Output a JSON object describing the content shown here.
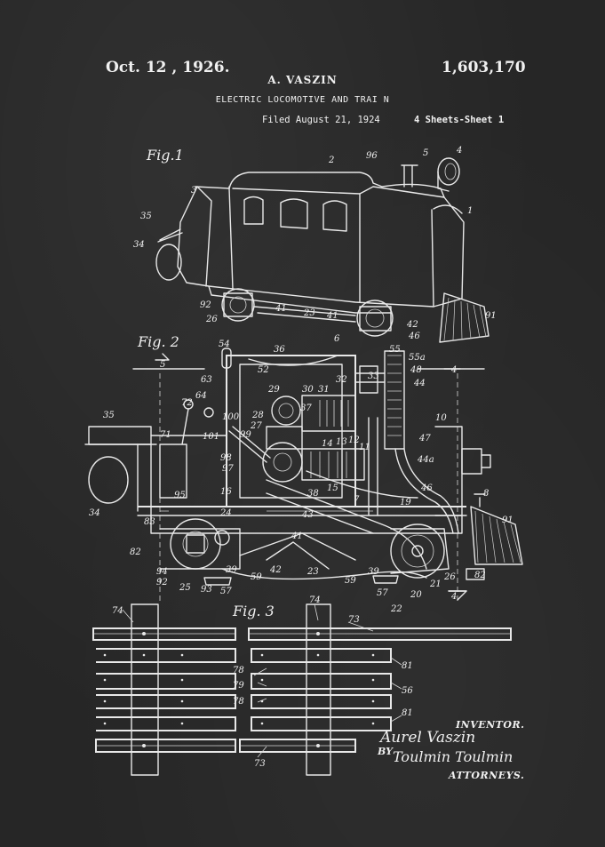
{
  "header": {
    "date": "Oct. 12 , 1926.",
    "patent_number": "1,603,170",
    "inventor": "A. VASZIN",
    "title": "ELECTRIC LOCOMOTIVE AND TRAI N",
    "filed": "Filed August 21, 1924",
    "sheets": "4 Sheets-Sheet 1"
  },
  "figures": {
    "fig1": "Fig.1",
    "fig2": "Fig. 2",
    "fig3": "Fig. 3"
  },
  "signature": {
    "inventor_label": "INVENTOR.",
    "inventor_name": "Aurel Vaszin",
    "by": "BY",
    "attorney_name": "Toulmin Toulmin",
    "attorneys_label": "ATTORNEYS."
  },
  "reference_numerals": {
    "fig1": [
      "2",
      "96",
      "5",
      "4",
      "3",
      "35",
      "34",
      "1",
      "92",
      "26",
      "41",
      "23",
      "41",
      "42",
      "46",
      "91"
    ],
    "fig2": [
      "54",
      "36",
      "6",
      "55",
      "55a",
      "63",
      "52",
      "32",
      "33",
      "48",
      "44",
      "4",
      "5",
      "64",
      "72",
      "29",
      "30",
      "31",
      "28",
      "27",
      "100",
      "37",
      "35",
      "99",
      "101",
      "71",
      "98",
      "97",
      "16",
      "14",
      "13",
      "12",
      "11",
      "47",
      "44a",
      "46",
      "10",
      "8",
      "38",
      "15",
      "7",
      "95",
      "24",
      "34",
      "43",
      "19",
      "83",
      "82",
      "94",
      "92",
      "25",
      "93",
      "39",
      "57",
      "59",
      "41",
      "42",
      "23",
      "39",
      "57",
      "59",
      "26",
      "21",
      "20",
      "22",
      "82",
      "91",
      "4"
    ],
    "fig3": [
      "74",
      "74",
      "73",
      "78",
      "81",
      "79",
      "56",
      "78",
      "81",
      "73"
    ]
  },
  "colors": {
    "background": "#262626",
    "ink": "#ececec"
  }
}
